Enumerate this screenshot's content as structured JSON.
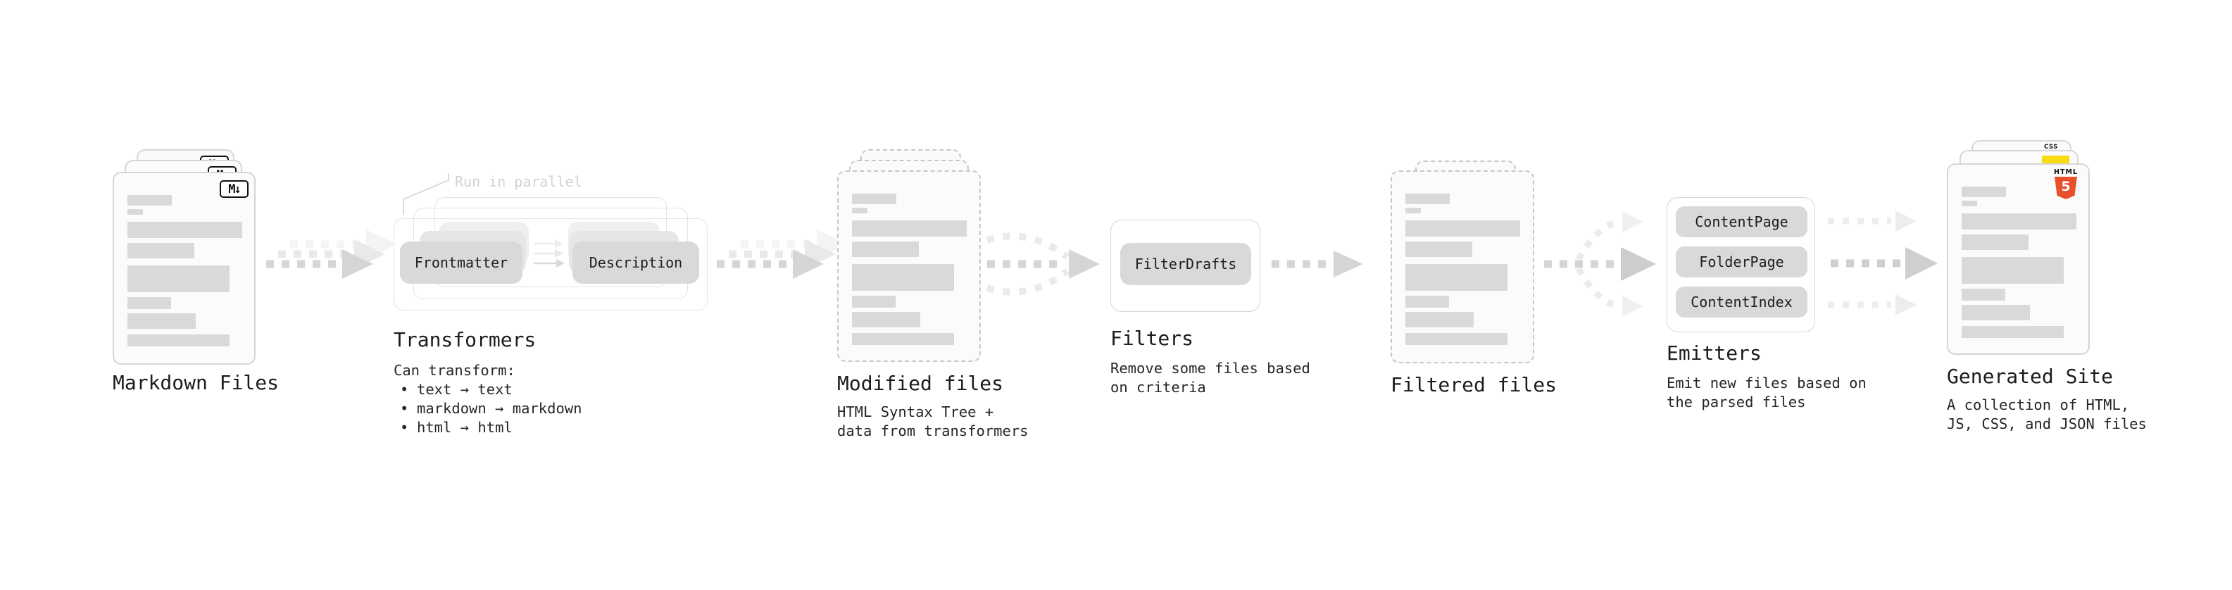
{
  "diagram": {
    "markdown_files": {
      "title": "Markdown Files",
      "badge": "M↓"
    },
    "transformers": {
      "title": "Transformers",
      "note": "Run in parallel",
      "input_pill": "Frontmatter",
      "output_pill": "Description",
      "desc_heading": "Can transform:",
      "bullets": [
        "text → text",
        "markdown → markdown",
        "html → html"
      ]
    },
    "modified_files": {
      "title": "Modified files",
      "subtitle": "HTML Syntax Tree +\ndata from transformers"
    },
    "filters": {
      "title": "Filters",
      "pill": "FilterDrafts",
      "subtitle": "Remove some files based\non criteria"
    },
    "filtered_files": {
      "title": "Filtered files"
    },
    "emitters": {
      "title": "Emitters",
      "pills": [
        "ContentPage",
        "FolderPage",
        "ContentIndex"
      ],
      "subtitle": "Emit new files based on\nthe parsed files"
    },
    "generated_site": {
      "title": "Generated Site",
      "subtitle": "A collection of HTML,\nJS, CSS, and JSON files",
      "badge_html_word": "HTML",
      "badge_html_five": "5",
      "badge_css": "CSS"
    }
  },
  "colors": {
    "html5_orange": "#e8502b",
    "js_yellow": "#fada10",
    "css_blue": "#2d6bf0",
    "pill_gray": "#d9d9d9",
    "card_bg": "#fbfbfb",
    "card_border": "#d6d6d6",
    "arrow_gray": "#d5d5d5"
  }
}
